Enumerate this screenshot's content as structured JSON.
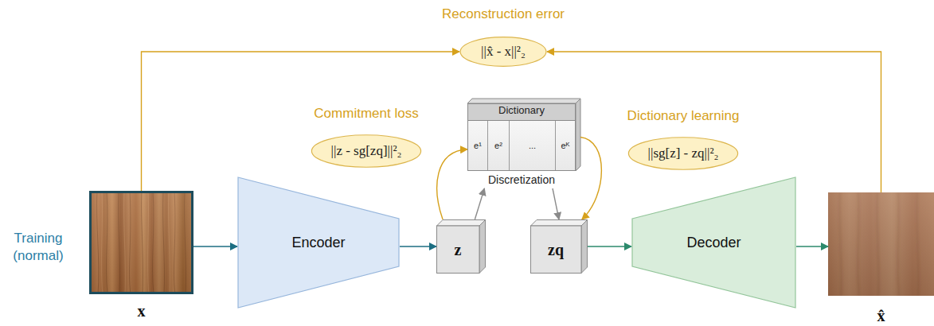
{
  "diagram": {
    "nodes": [
      {
        "text": [
          "Reconstruction error",
          "||x̂ - x||²₂"
        ]
      },
      {
        "text": [
          "Commitment loss",
          "||z - sg[zq]||²₂"
        ]
      },
      {
        "text": [
          "Dictionary",
          "Discretization"
        ]
      },
      {
        "text": [
          "e¹"
        ],
        "in": 2
      },
      {
        "text": [
          "e²"
        ],
        "in": 2
      },
      {
        "text": [
          "..."
        ],
        "in": 2
      },
      {
        "text": [
          "eᴷ"
        ],
        "in": 2
      },
      {
        "text": [
          "Dictionary learning",
          "||sg[z] - zq||²₂"
        ]
      },
      {
        "text": [
          "x"
        ]
      },
      {
        "text": [
          "Encoder"
        ]
      },
      {
        "text": [
          "z"
        ]
      },
      {
        "text": [
          "zq"
        ]
      },
      {
        "text": [
          "Decoder"
        ]
      },
      {
        "text": [
          "x̂"
        ]
      }
    ],
    "edges": [
      {
        "from": 8,
        "to": 0,
        "arrow": "to"
      },
      {
        "from": 13,
        "to": 0,
        "arrow": "to"
      },
      {
        "from": 8,
        "to": 9,
        "arrow": "to"
      },
      {
        "from": 9,
        "to": 10,
        "arrow": "to"
      },
      {
        "from": 10,
        "to": 2,
        "arrow": "to"
      },
      {
        "from": 2,
        "to": 11,
        "arrow": "to"
      },
      {
        "from": 10,
        "to": 2,
        "arrow": "to"
      },
      {
        "from": 2,
        "to": 11,
        "arrow": "to"
      },
      {
        "from": 11,
        "to": 12,
        "arrow": "to"
      },
      {
        "from": 12,
        "to": 13,
        "arrow": "to"
      }
    ],
    "labels": [
      "Training (normal)"
    ]
  }
}
